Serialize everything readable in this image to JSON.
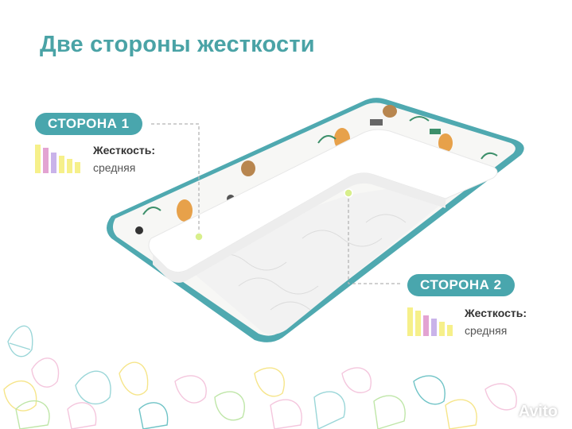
{
  "title": "Две стороны жесткости",
  "side1": {
    "badge": "СТОРОНА 1",
    "hardness_label": "Жесткость:",
    "hardness_value": "средняя"
  },
  "side2": {
    "badge": "СТОРОНА 2",
    "hardness_label": "Жесткость:",
    "hardness_value": "средняя"
  },
  "colors": {
    "accent": "#4aa3a6",
    "badge": "#49a6ad",
    "bar_yellow": "#f6f08a",
    "bar_pink": "#e3a3d2",
    "bar_purple": "#c9b3ea",
    "marker": "#d8ef8c"
  },
  "watermark": "Avito"
}
